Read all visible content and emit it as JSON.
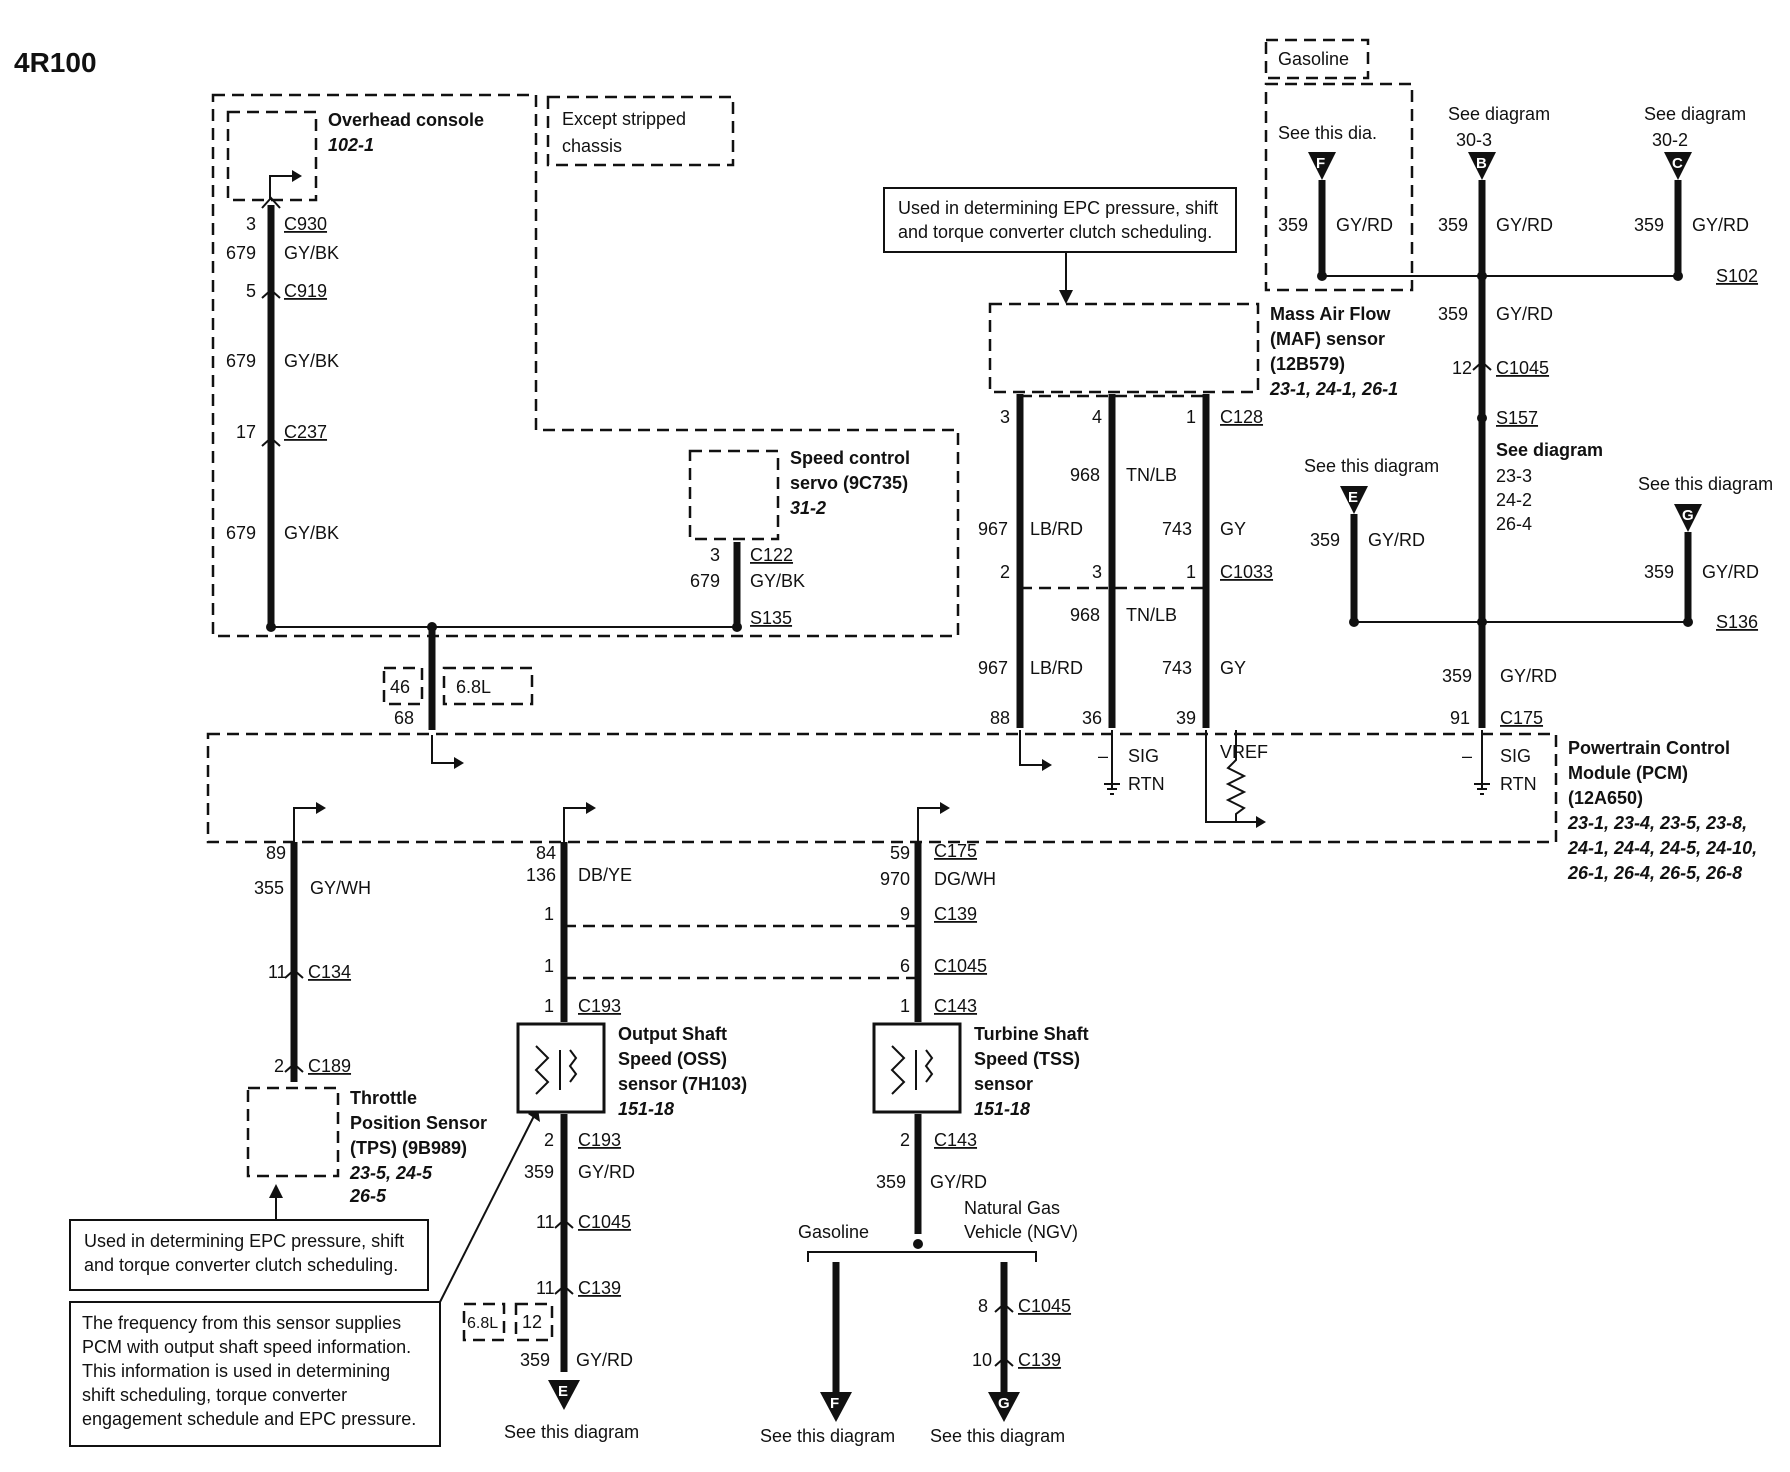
{
  "title": "4R100",
  "components": {
    "overhead_console": {
      "name": "Overhead console",
      "ref": "102-1"
    },
    "except_stripped": {
      "line1": "Except stripped",
      "line2": "chassis"
    },
    "speed_control": {
      "line1": "Speed control",
      "line2": "servo (9C735)",
      "ref": "31-2"
    },
    "maf": {
      "line1": "Mass Air Flow",
      "line2": "(MAF) sensor",
      "line3": "(12B579)",
      "ref": "23-1, 24-1, 26-1"
    },
    "pcm": {
      "line1": "Powertrain Control",
      "line2": "Module (PCM)",
      "line3": "(12A650)",
      "ref1": "23-1, 23-4, 23-5, 23-8,",
      "ref2": "24-1, 24-4, 24-5, 24-10,",
      "ref3": "26-1, 26-4, 26-5, 26-8"
    },
    "tps": {
      "line1": "Throttle",
      "line2": "Position Sensor",
      "line3": "(TPS) (9B989)",
      "ref1": "23-5, 24-5",
      "ref2": "26-5"
    },
    "oss": {
      "line1": "Output Shaft",
      "line2": "Speed (OSS)",
      "line3": "sensor (7H103)",
      "ref": "151-18"
    },
    "tss": {
      "line1": "Turbine Shaft",
      "line2": "Speed (TSS)",
      "line3": "sensor",
      "ref": "151-18"
    }
  },
  "notes": {
    "maf_note": {
      "line1": "Used in determining EPC pressure, shift",
      "line2": "and torque converter clutch scheduling."
    },
    "tps_note": {
      "line1": "Used in determining EPC pressure, shift",
      "line2": "and torque converter clutch scheduling."
    },
    "oss_note": {
      "line1": "The frequency from this sensor supplies",
      "line2": "PCM with output shaft speed information.",
      "line3": "This information is used in determining",
      "line4": "shift scheduling, torque converter",
      "line5": "engagement schedule and EPC pressure."
    }
  },
  "top_right": {
    "gasoline": "Gasoline",
    "see_this_dia": "See this dia.",
    "see_diagram": "See diagram",
    "ref_b": "30-3",
    "ref_c": "30-2",
    "see_this_diagram": "See this diagram",
    "s157_see": "See diagram",
    "s157_ref1": "23-3",
    "s157_ref2": "24-2",
    "s157_ref3": "26-4"
  },
  "connectors": {
    "c930": "C930",
    "c919": "C919",
    "c237": "C237",
    "s135": "S135",
    "c122": "C122",
    "c128": "C128",
    "c1033": "C1033",
    "c175": "C175",
    "s102": "S102",
    "c1045": "C1045",
    "s157": "S157",
    "s136": "S136",
    "c134": "C134",
    "c189": "C189",
    "c139": "C139",
    "c193": "C193",
    "c143": "C143"
  },
  "wires": {
    "gybk": "GY/BK",
    "n679": "679",
    "gyrd": "GY/RD",
    "n359": "359",
    "lbrd": "LB/RD",
    "n967": "967",
    "tnlb": "TN/LB",
    "n968": "968",
    "gy": "GY",
    "n743": "743",
    "gywh": "GY/WH",
    "n355": "355",
    "dbye": "DB/YE",
    "n136": "136",
    "dgwh": "DG/WH",
    "n970": "970"
  },
  "pins": {
    "p3": "3",
    "p5": "5",
    "p17": "17",
    "p4": "4",
    "p1": "1",
    "p2": "2",
    "p12": "12",
    "p88": "88",
    "p36": "36",
    "p39": "39",
    "p91": "91",
    "p89": "89",
    "p84": "84",
    "p59": "59",
    "p9": "9",
    "p6": "6",
    "p11": "11",
    "p8": "8",
    "p10": "10",
    "p46": "46",
    "p68": "68"
  },
  "pcm_labels": {
    "sig": "SIG",
    "rtn": "RTN",
    "vref": "VREF",
    "minus": "–"
  },
  "engine": {
    "l68": "6.8L"
  },
  "bottom": {
    "gasoline": "Gasoline",
    "ngv1": "Natural Gas",
    "ngv2": "Vehicle (NGV)",
    "see_this_diagram": "See this diagram"
  },
  "markers": {
    "f": "F",
    "b": "B",
    "c": "C",
    "e": "E",
    "g": "G"
  }
}
